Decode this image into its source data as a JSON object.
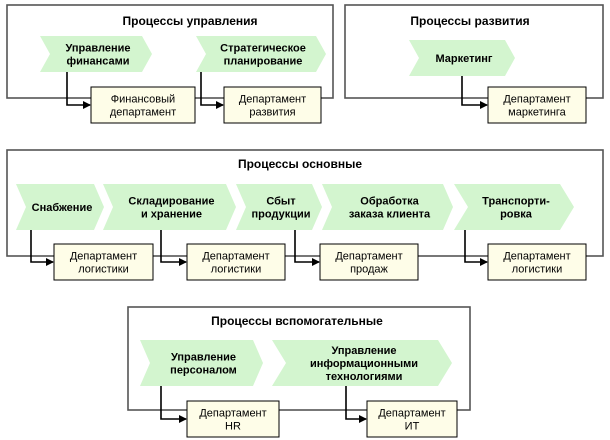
{
  "groups": [
    {
      "title": "Процессы управления",
      "processes": [
        {
          "lines": [
            "Управление",
            "финансами"
          ],
          "department": [
            "Финансовый",
            "департамент"
          ]
        },
        {
          "lines": [
            "Стратегическое",
            "планирование"
          ],
          "department": [
            "Департамент",
            "развития"
          ]
        }
      ]
    },
    {
      "title": "Процессы развития",
      "processes": [
        {
          "lines": [
            "Маркетинг"
          ],
          "department": [
            "Департамент",
            "маркетинга"
          ]
        }
      ]
    },
    {
      "title": "Процессы основные",
      "processes": [
        {
          "lines": [
            "Снабжение"
          ],
          "department": [
            "Департамент",
            "логистики"
          ]
        },
        {
          "lines": [
            "Складирование",
            "и хранение"
          ],
          "department": [
            "Департамент",
            "логистики"
          ]
        },
        {
          "lines": [
            "Сбыт",
            "продукции"
          ],
          "department": [
            "Департамент",
            "продаж"
          ]
        },
        {
          "lines": [
            "Обработка",
            "заказа клиента"
          ],
          "department": null
        },
        {
          "lines": [
            "Транспорти-",
            "ровка"
          ],
          "department": [
            "Департамент",
            "логистики"
          ]
        }
      ]
    },
    {
      "title": "Процессы вспомогательные",
      "processes": [
        {
          "lines": [
            "Управление",
            "персоналом"
          ],
          "department": [
            "Департамент",
            "HR"
          ]
        },
        {
          "lines": [
            "Управление",
            "информационными",
            "технологиями"
          ],
          "department": [
            "Департамент",
            "ИТ"
          ]
        }
      ]
    }
  ],
  "colors": {
    "arrow_fill": "#d3f5cf",
    "department_fill": "#fefde8",
    "frame_stroke": "#555555",
    "line": "#000000"
  }
}
